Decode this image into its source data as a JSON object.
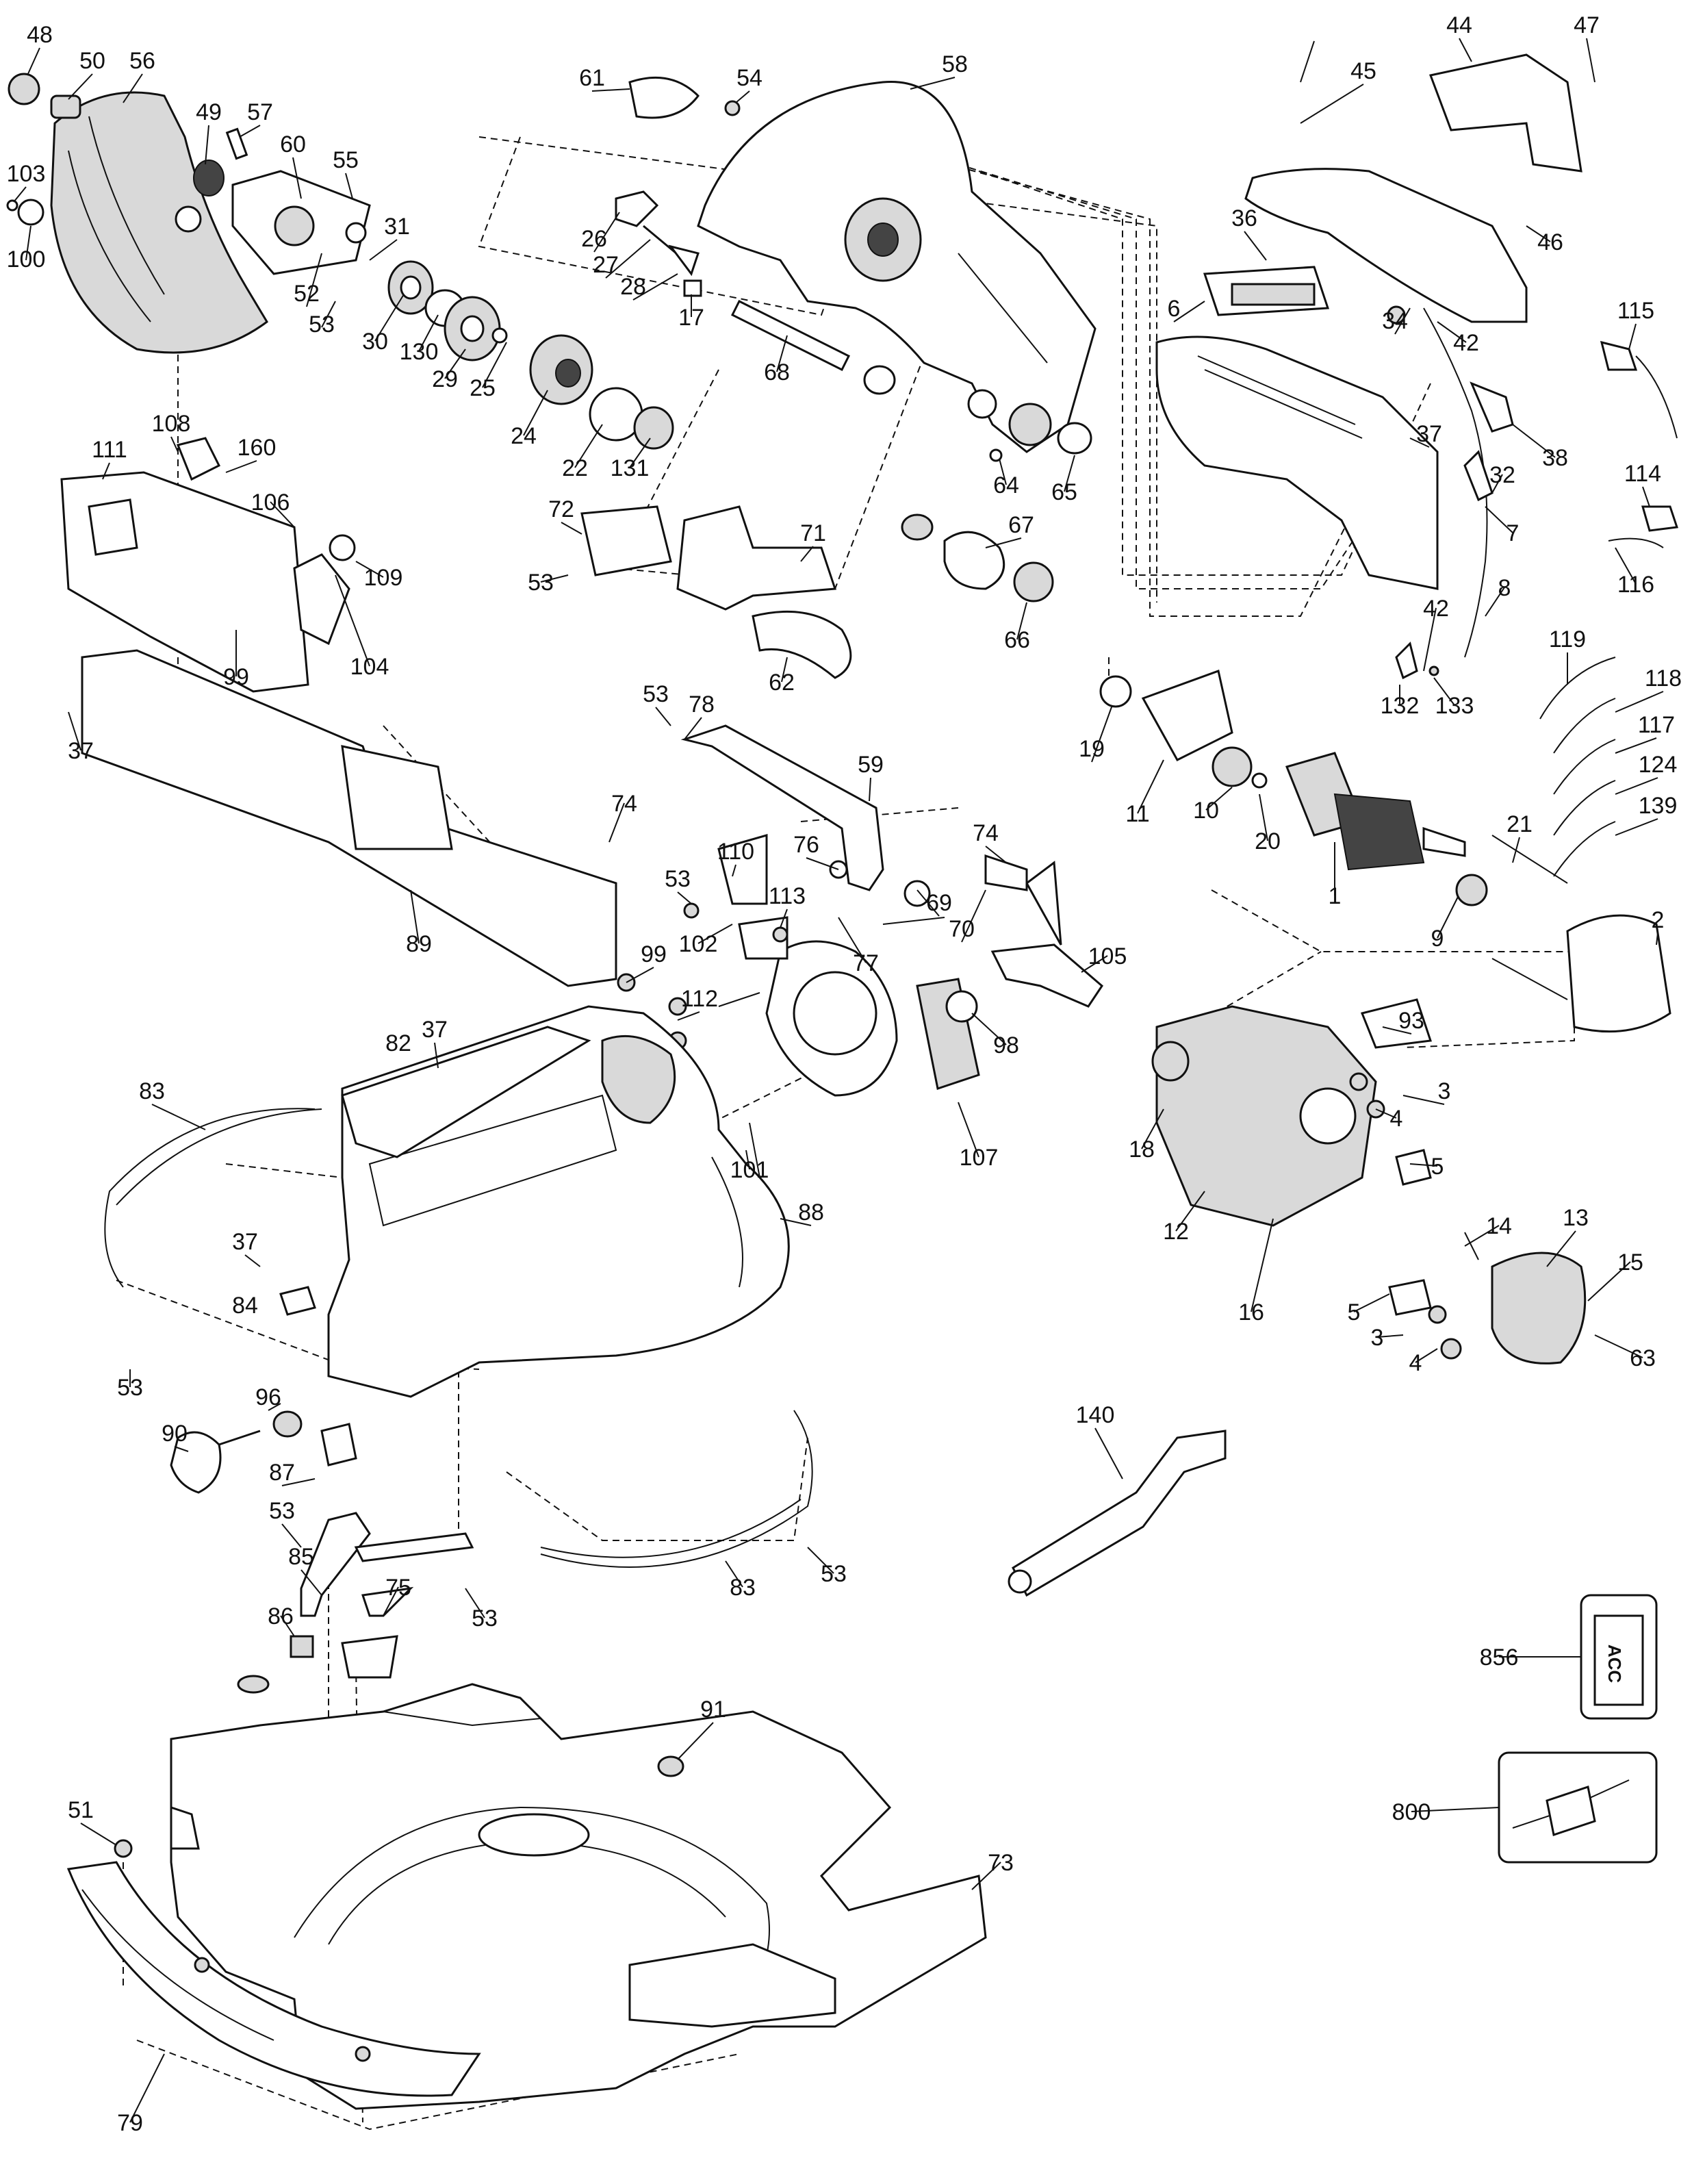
{
  "diagram": {
    "part_labels": [
      "48",
      "50",
      "56",
      "49",
      "57",
      "60",
      "55",
      "103",
      "100",
      "52",
      "53",
      "31",
      "30",
      "130",
      "29",
      "25",
      "24",
      "22",
      "131",
      "61",
      "54",
      "58",
      "26",
      "27",
      "28",
      "17",
      "68",
      "72",
      "53",
      "71",
      "62",
      "67",
      "66",
      "64",
      "65",
      "44",
      "47",
      "45",
      "46",
      "36",
      "6",
      "42",
      "34",
      "37",
      "32",
      "38",
      "115",
      "114",
      "116",
      "7",
      "8",
      "42",
      "108",
      "160",
      "111",
      "106",
      "109",
      "104",
      "99",
      "37",
      "89",
      "74",
      "53",
      "78",
      "59",
      "110",
      "76",
      "53",
      "113",
      "102",
      "77",
      "69",
      "70",
      "74",
      "105",
      "98",
      "107",
      "99",
      "112",
      "101",
      "19",
      "11",
      "10",
      "20",
      "1",
      "9",
      "21",
      "2",
      "119",
      "118",
      "117",
      "124",
      "139",
      "132",
      "133",
      "37",
      "82",
      "83",
      "37",
      "88",
      "84",
      "53",
      "96",
      "90",
      "87",
      "53",
      "85",
      "86",
      "75",
      "53",
      "83",
      "53",
      "93",
      "18",
      "4",
      "3",
      "5",
      "12",
      "14",
      "13",
      "15",
      "16",
      "5",
      "3",
      "4",
      "63",
      "140",
      "856",
      "800",
      "91",
      "51",
      "73",
      "79"
    ],
    "boxes": {
      "box_856_text": "ACC"
    }
  }
}
